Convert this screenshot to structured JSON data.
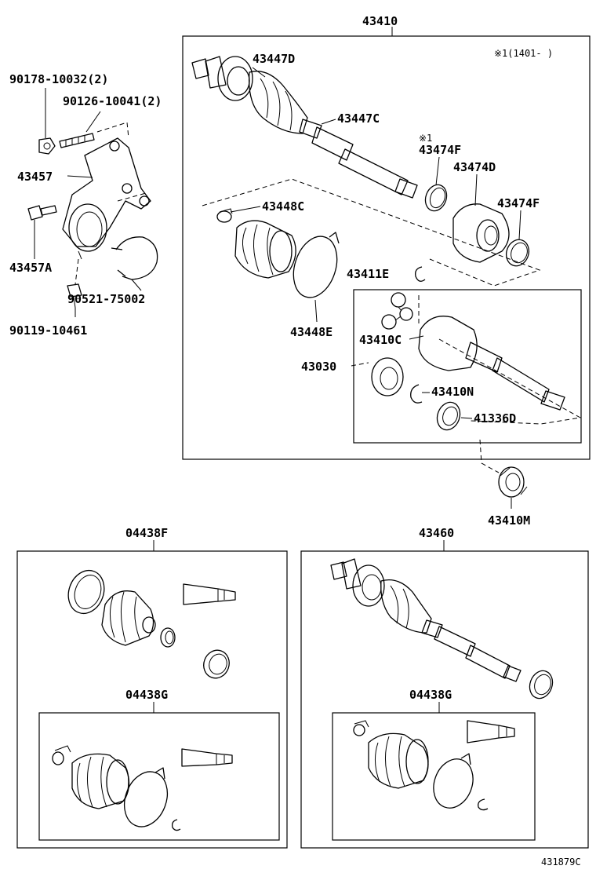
{
  "labels": {
    "assy_main": "43410",
    "bolt_90178": "90178-10032(2)",
    "bolt_90126": "90126-10041(2)",
    "bracket_43457": "43457",
    "bolt_43457a": "43457A",
    "snap_90521": "90521-75002",
    "bolt_90119": "90119-10461",
    "joint_43447d": "43447D",
    "shaft_43447c": "43447C",
    "note_mark": "※1",
    "note_range": "※1(1401-   )",
    "clamp_43474f_a": "43474F",
    "boot_43474d": "43474D",
    "clamp_43474f_b": "43474F",
    "clamp_43448c": "43448C",
    "ring_43411e": "43411E",
    "band_43448e": "43448E",
    "joint_43410c": "43410C",
    "bearing_43030": "43030",
    "ring_43410n": "43410N",
    "seal_41336d": "41336D",
    "bearing_43410m": "43410M",
    "kit_04438f": "04438F",
    "assy_43460": "43460",
    "kit_04438g_left": "04438G",
    "kit_04438g_right": "04438G",
    "diagram_code": "431879C"
  }
}
